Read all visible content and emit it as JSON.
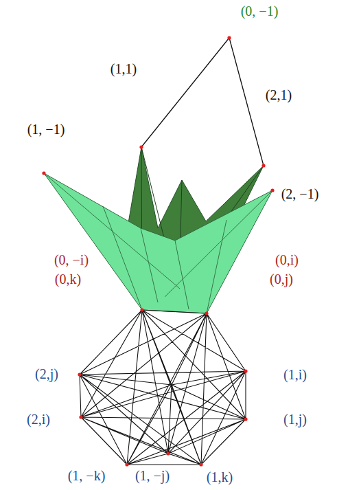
{
  "diagram": {
    "labels": [
      "(0, −1)",
      "(1,1)",
      "(2,1)",
      "(1, −1)",
      "(2, −1)",
      "(0, −i)",
      "(0,i)",
      "(0,k)",
      "(0,j)",
      "(2,j)",
      "(1,i)",
      "(2,i)",
      "(1,j)",
      "(1, −k)",
      "(1, −j)",
      "(1,k)"
    ]
  }
}
